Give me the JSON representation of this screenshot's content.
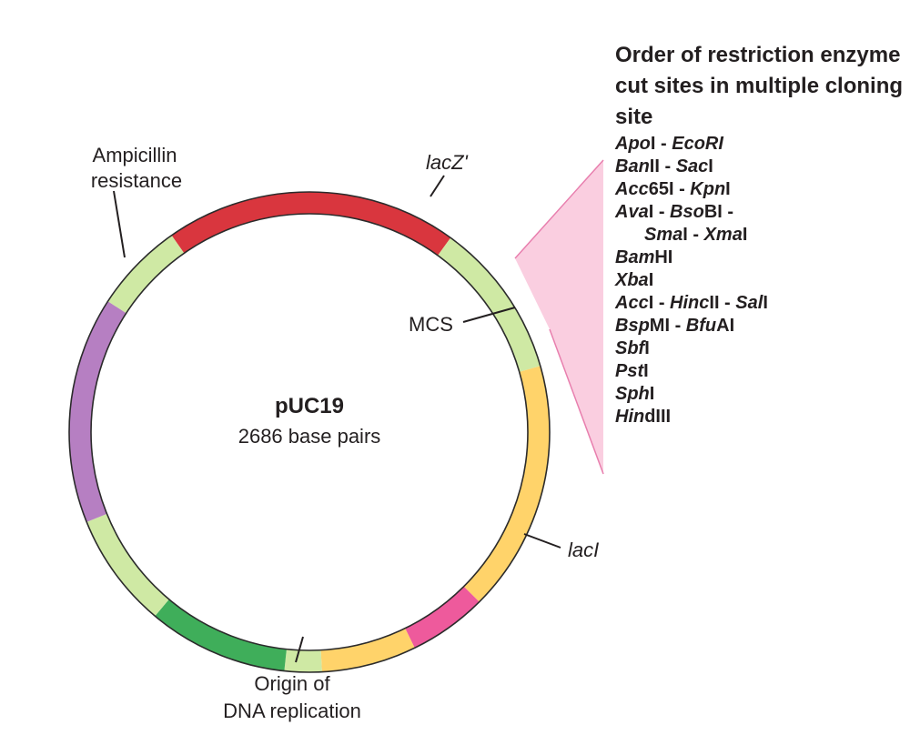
{
  "plasmid": {
    "name": "pUC19",
    "size_label": "2686 base pairs"
  },
  "labels": {
    "ampicillin_line1": "Ampicillin",
    "ampicillin_line2": "resistance",
    "lacz_prefix": "lacZ",
    "lacz_suffix": "'",
    "mcs": "MCS",
    "laci": "lacI",
    "origin_line1": "Origin of",
    "origin_line2": "DNA replication"
  },
  "colors": {
    "ampicillin": "#d9363e",
    "lacz": "#ffd36a",
    "mcs": "#ee5a9c",
    "laci": "#3fae5a",
    "origin": "#b67fc2",
    "spacer": "#cfe9a4",
    "outline": "#2b2b2b",
    "fan": "#f8bdd6"
  },
  "segments": [
    {
      "name": "ampicillin-resistance",
      "color": "#d9363e",
      "start": 235,
      "end": 306
    },
    {
      "name": "spacer-top-left",
      "color": "#cfe9a4",
      "start": 306,
      "end": 344
    },
    {
      "name": "lacz-upper",
      "color": "#ffd36a",
      "start": 344,
      "end": 405
    },
    {
      "name": "multiple-cloning-site",
      "color": "#ee5a9c",
      "start": 405,
      "end": 424
    },
    {
      "name": "lacz-lower",
      "color": "#ffd36a",
      "start": 424,
      "end": 447
    },
    {
      "name": "spacer-right",
      "color": "#cfe9a4",
      "start": 447,
      "end": 456
    },
    {
      "name": "laci-gene",
      "color": "#3fae5a",
      "start": 456,
      "end": 490
    },
    {
      "name": "spacer-bottom-right",
      "color": "#cfe9a4",
      "start": 490,
      "end": 518
    },
    {
      "name": "origin-of-replication",
      "color": "#b67fc2",
      "start": 518,
      "end": 573
    },
    {
      "name": "spacer-bottom-left",
      "color": "#cfe9a4",
      "start": 573,
      "end": 595
    }
  ],
  "enzyme_panel": {
    "title": "Order of restriction enzyme cut sites in multiple cloning site",
    "entries": [
      {
        "parts": [
          {
            "t": "Apo",
            "i": true
          },
          {
            "t": "I - ",
            "i": false
          },
          {
            "t": "EcoRI",
            "i": true
          }
        ]
      },
      {
        "parts": [
          {
            "t": "Ban",
            "i": true
          },
          {
            "t": "II - ",
            "i": false
          },
          {
            "t": "Sac",
            "i": true
          },
          {
            "t": "I",
            "i": false
          }
        ]
      },
      {
        "parts": [
          {
            "t": "Acc",
            "i": true
          },
          {
            "t": "65I - ",
            "i": false
          },
          {
            "t": "Kpn",
            "i": true
          },
          {
            "t": "I",
            "i": false
          }
        ]
      },
      {
        "parts": [
          {
            "t": "Ava",
            "i": true
          },
          {
            "t": "I - ",
            "i": false
          },
          {
            "t": "Bso",
            "i": true
          },
          {
            "t": "BI -",
            "i": false
          }
        ]
      },
      {
        "indent": true,
        "parts": [
          {
            "t": "Sma",
            "i": true
          },
          {
            "t": "I - ",
            "i": false
          },
          {
            "t": "Xma",
            "i": true
          },
          {
            "t": "I",
            "i": false
          }
        ]
      },
      {
        "parts": [
          {
            "t": "Bam",
            "i": true
          },
          {
            "t": "HI",
            "i": false
          }
        ]
      },
      {
        "parts": [
          {
            "t": "Xba",
            "i": true
          },
          {
            "t": "I",
            "i": false
          }
        ]
      },
      {
        "parts": [
          {
            "t": "Acc",
            "i": true
          },
          {
            "t": "I - ",
            "i": false
          },
          {
            "t": "Hinc",
            "i": true
          },
          {
            "t": "II - ",
            "i": false
          },
          {
            "t": "Sal",
            "i": true
          },
          {
            "t": "I",
            "i": false
          }
        ]
      },
      {
        "parts": [
          {
            "t": "Bsp",
            "i": true
          },
          {
            "t": "MI - ",
            "i": false
          },
          {
            "t": "Bfu",
            "i": true
          },
          {
            "t": "AI",
            "i": false
          }
        ]
      },
      {
        "parts": [
          {
            "t": "Sbf",
            "i": true
          },
          {
            "t": "I",
            "i": false
          }
        ]
      },
      {
        "parts": [
          {
            "t": "Pst",
            "i": true
          },
          {
            "t": "I",
            "i": false
          }
        ]
      },
      {
        "parts": [
          {
            "t": "Sph",
            "i": true
          },
          {
            "t": "I",
            "i": false
          }
        ]
      },
      {
        "parts": [
          {
            "t": "Hin",
            "i": true
          },
          {
            "t": "dIII",
            "i": false
          }
        ]
      }
    ]
  }
}
